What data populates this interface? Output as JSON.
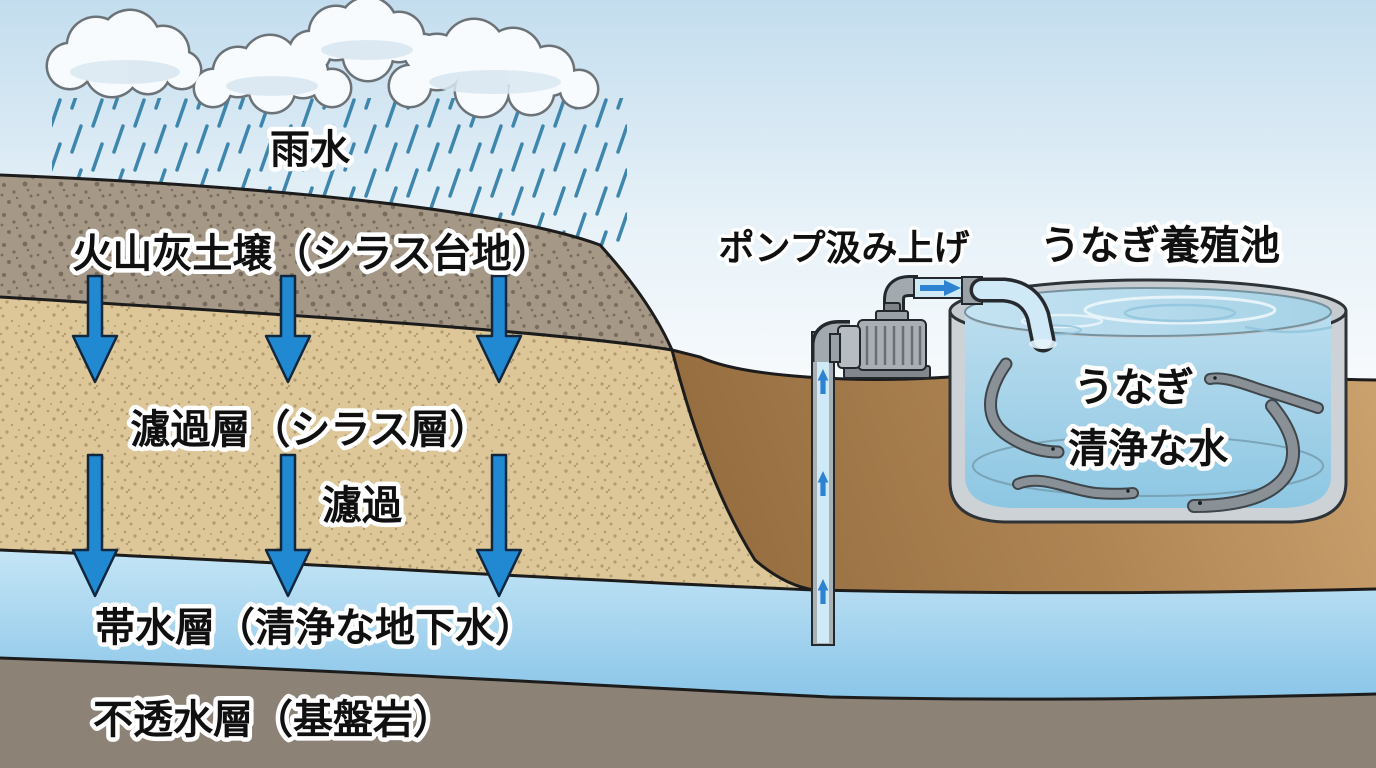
{
  "diagram": {
    "labels": {
      "rain": "雨水",
      "volcanic_soil": "火山灰土壌（シラス台地）",
      "filter_layer": "濾過層（シラス層）",
      "filtration": "濾過",
      "aquifer": "帯水層（清浄な地下水）",
      "impermeable": "不透水層（基盤岩）",
      "pump": "ポンプ汲み上げ",
      "pond_title": "うなぎ養殖池",
      "eel": "うなぎ",
      "clean_water": "清浄な水"
    },
    "colors": {
      "sky": "#c3ddee",
      "rain": "#3e86ad",
      "volcanic_ash_soil": "#a59886",
      "shirasu_layer": "#ddc697",
      "surface_soil": "#b08a55",
      "aquifer_water": "#9fd0ec",
      "bedrock": "#8c8275",
      "arrow_blue": "#2189d2",
      "tank_gray": "#cdd2d6",
      "pond_water": "#a3d0e8",
      "eel_gray": "#899096",
      "cloud_white": "#f7fbfd",
      "label_text": "#101010",
      "label_outline": "#ffffff"
    }
  }
}
